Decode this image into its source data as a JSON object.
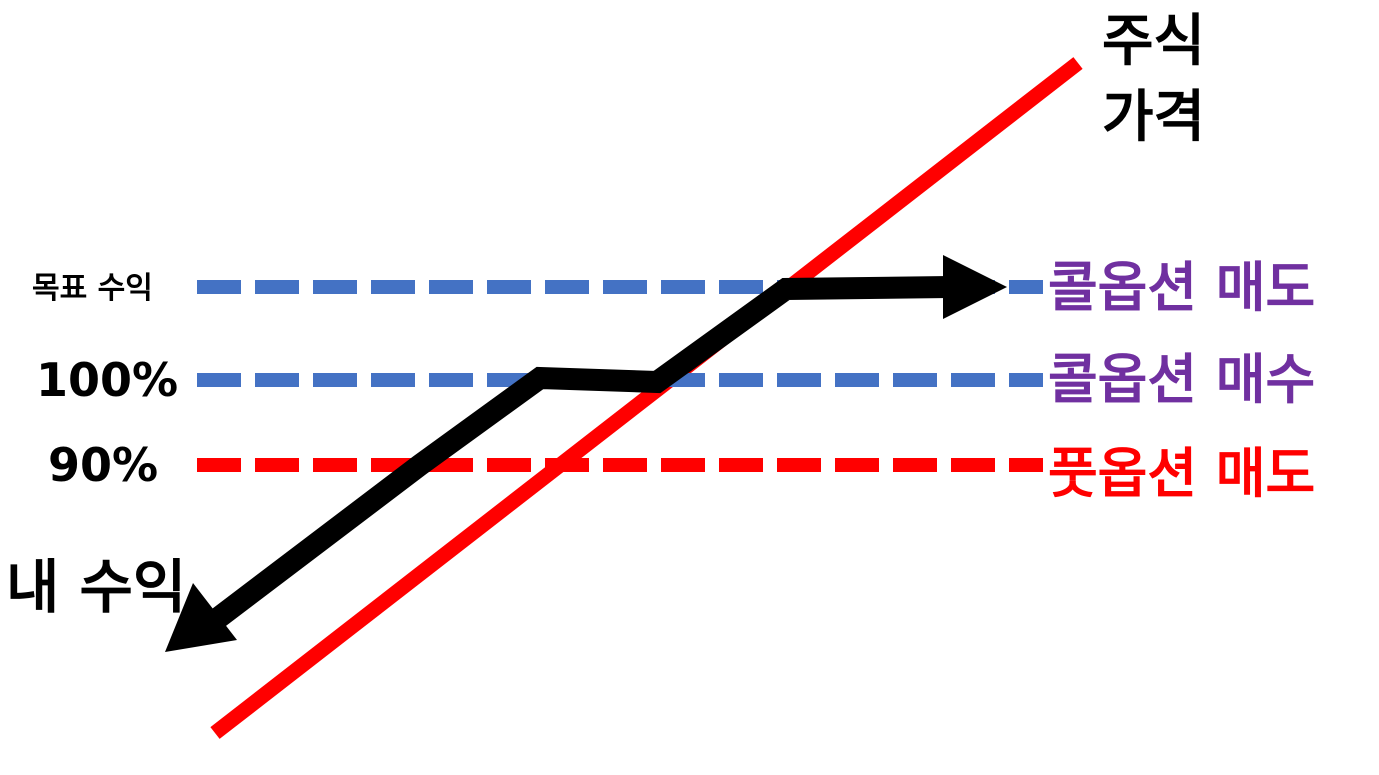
{
  "labels": {
    "stock_price_line1": "주식",
    "stock_price_line2": "가격",
    "target_profit": "목표 수익",
    "pct_100": "100%",
    "pct_90": "90%",
    "my_profit": "내 수익",
    "call_sell": "콜옵션 매도",
    "call_buy": "콜옵션 매수",
    "put_sell": "풋옵션 매도"
  },
  "colors": {
    "stock_line": "#ff0000",
    "blue_dashed": "#4472c4",
    "red_dashed": "#ff0000",
    "payoff_arrow": "#000000",
    "call_label": "#7030a0",
    "put_label": "#ff0000",
    "text": "#000000"
  }
}
